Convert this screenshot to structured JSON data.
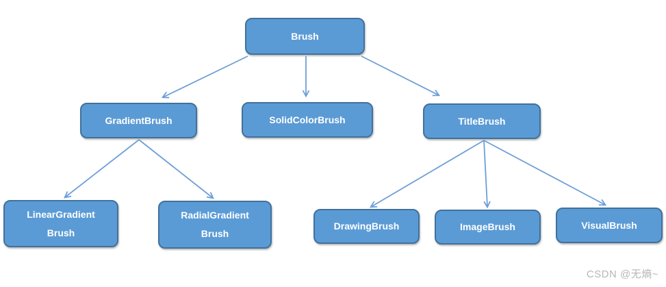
{
  "diagram": {
    "nodes": {
      "brush": {
        "label": "Brush"
      },
      "gradient_brush": {
        "label": "GradientBrush"
      },
      "solid_color_brush": {
        "label": "SolidColorBrush"
      },
      "title_brush": {
        "label": "TitleBrush"
      },
      "linear_gradient_brush": {
        "line1": "LinearGradient",
        "line2": "Brush"
      },
      "radial_gradient_brush": {
        "line1": "RadialGradient",
        "line2": "Brush"
      },
      "drawing_brush": {
        "label": "DrawingBrush"
      },
      "image_brush": {
        "label": "ImageBrush"
      },
      "visual_brush": {
        "label": "VisualBrush"
      }
    },
    "edges": [
      {
        "from": "Brush",
        "to": "GradientBrush"
      },
      {
        "from": "Brush",
        "to": "SolidColorBrush"
      },
      {
        "from": "Brush",
        "to": "TitleBrush"
      },
      {
        "from": "GradientBrush",
        "to": "LinearGradientBrush"
      },
      {
        "from": "GradientBrush",
        "to": "RadialGradientBrush"
      },
      {
        "from": "TitleBrush",
        "to": "DrawingBrush"
      },
      {
        "from": "TitleBrush",
        "to": "ImageBrush"
      },
      {
        "from": "TitleBrush",
        "to": "VisualBrush"
      }
    ],
    "colors": {
      "node_fill": "#5b9bd5",
      "node_border": "#41719c",
      "arrow": "#6d9ed8",
      "label_text": "#ffffff",
      "watermark_text": "#b6b6b6",
      "background": "#ffffff"
    }
  },
  "watermark": "CSDN @无熵~"
}
